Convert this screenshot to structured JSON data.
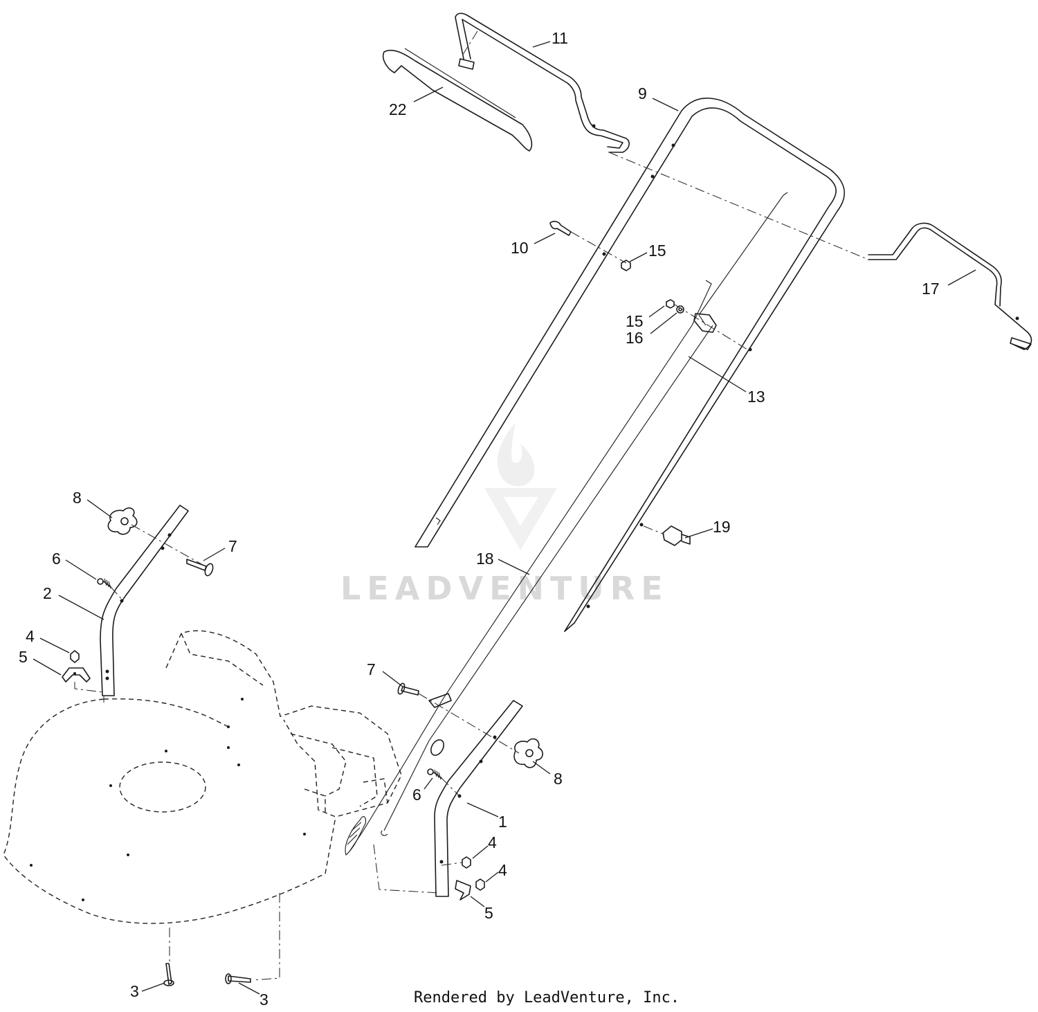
{
  "callouts": {
    "c1": "1",
    "c2": "2",
    "c3a": "3",
    "c3b": "3",
    "c4a": "4",
    "c4b": "4",
    "c4c": "4",
    "c5a": "5",
    "c5b": "5",
    "c6a": "6",
    "c6b": "6",
    "c7a": "7",
    "c7b": "7",
    "c8a": "8",
    "c8b": "8",
    "c9": "9",
    "c10": "10",
    "c11": "11",
    "c13": "13",
    "c15a": "15",
    "c15b": "15",
    "c16": "16",
    "c17": "17",
    "c18": "18",
    "c19": "19",
    "c22": "22"
  },
  "watermark": "LEADVENTURE",
  "credit": "Rendered by LeadVenture, Inc."
}
